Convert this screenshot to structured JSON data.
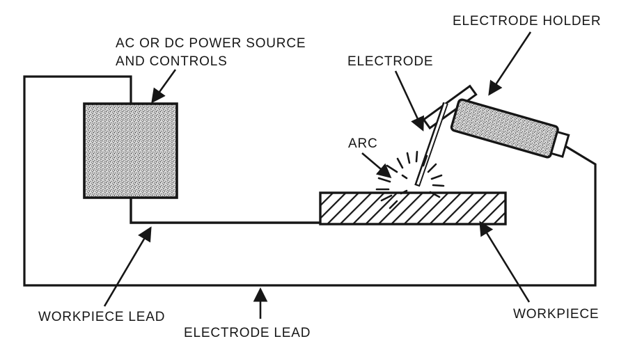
{
  "labels": {
    "power_source": {
      "line1": "AC OR DC POWER SOURCE",
      "line2": "AND CONTROLS"
    },
    "electrode_holder": "ELECTRODE HOLDER",
    "electrode": "ELECTRODE",
    "arc": "ARC",
    "workpiece": "WORKPIECE",
    "workpiece_lead": "WORKPIECE LEAD",
    "electrode_lead": "ELECTRODE LEAD"
  },
  "colors": {
    "line": "#161616",
    "background": "#ffffff",
    "stipple_bg": "#d8d8d8",
    "stipple_dot": "#222222"
  }
}
